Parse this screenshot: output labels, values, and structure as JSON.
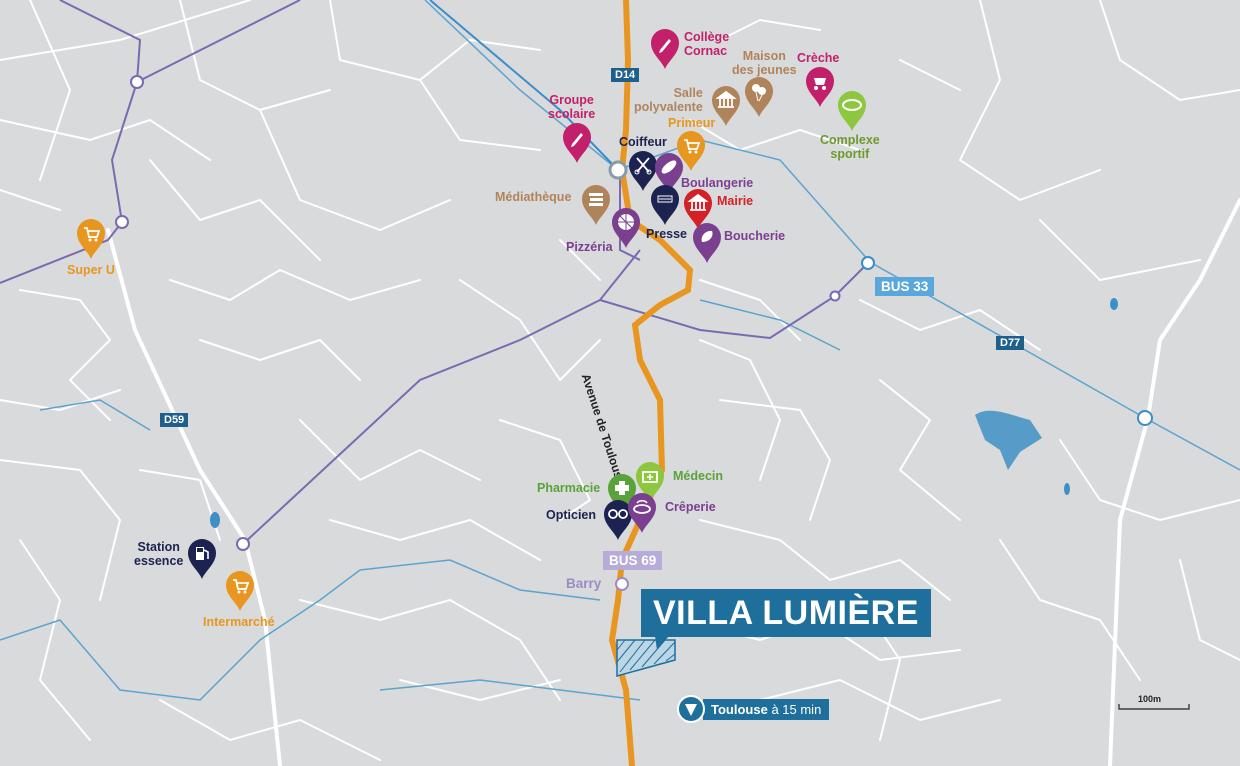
{
  "roads": {
    "d14": "D14",
    "d59": "D59",
    "d77": "D77",
    "avenue": "Avenue de Toulouse"
  },
  "buses": {
    "bus33": "BUS 33",
    "bus69": "BUS 69",
    "barry": "Barry"
  },
  "highlight": {
    "title": "VILLA LUMIÈRE"
  },
  "toulouse": {
    "city": "Toulouse",
    "time": "à 15 min"
  },
  "scale": {
    "label": "100m"
  },
  "places": [
    {
      "id": "college",
      "line1": "Collège",
      "line2": "Cornac",
      "category": "education",
      "color": "#c3206b",
      "icon": "pencil-icon"
    },
    {
      "id": "maison",
      "line1": "Maison",
      "line2": "des jeunes",
      "category": "culture",
      "color": "#b0845a",
      "icon": "balloons-icon"
    },
    {
      "id": "creche",
      "line1": "Crèche",
      "line2": "",
      "category": "education",
      "color": "#c3206b",
      "icon": "stroller-icon"
    },
    {
      "id": "groupe",
      "line1": "Groupe",
      "line2": "scolaire",
      "category": "education",
      "color": "#c3206b",
      "icon": "pencil-icon"
    },
    {
      "id": "salle",
      "line1": "Salle",
      "line2": "polyvalente",
      "category": "culture",
      "color": "#b0845a",
      "icon": "building-icon"
    },
    {
      "id": "complexe",
      "line1": "Complexe",
      "line2": "sportif",
      "category": "sport",
      "color": "#8dc63f",
      "icon": "stadium-icon"
    },
    {
      "id": "primeur",
      "line1": "Primeur",
      "line2": "",
      "category": "shop",
      "color": "#e8961f",
      "icon": "cart-icon"
    },
    {
      "id": "coiffeur",
      "line1": "Coiffeur",
      "line2": "",
      "category": "service",
      "color": "#1d2350",
      "icon": "scissors-icon"
    },
    {
      "id": "boulangerie",
      "line1": "Boulangerie",
      "line2": "",
      "category": "food",
      "color": "#7b3f8f",
      "icon": "bread-icon"
    },
    {
      "id": "mediatheque",
      "line1": "Médiathèque",
      "line2": "",
      "category": "culture",
      "color": "#b0845a",
      "icon": "books-icon"
    },
    {
      "id": "presse",
      "line1": "Presse",
      "line2": "",
      "category": "service",
      "color": "#1d2350",
      "icon": "newspaper-icon"
    },
    {
      "id": "mairie",
      "line1": "Mairie",
      "line2": "",
      "category": "public",
      "color": "#d42027",
      "icon": "townhall-icon"
    },
    {
      "id": "pizzeria",
      "line1": "Pizzéria",
      "line2": "",
      "category": "food",
      "color": "#7b3f8f",
      "icon": "pizza-icon"
    },
    {
      "id": "boucherie",
      "line1": "Boucherie",
      "line2": "",
      "category": "food",
      "color": "#7b3f8f",
      "icon": "meat-icon"
    },
    {
      "id": "superu",
      "line1": "Super U",
      "line2": "",
      "category": "shop",
      "color": "#e8961f",
      "icon": "cart-icon"
    },
    {
      "id": "pharmacie",
      "line1": "Pharmacie",
      "line2": "",
      "category": "health",
      "color": "#5aa23a",
      "icon": "cross-icon"
    },
    {
      "id": "medecin",
      "line1": "Médecin",
      "line2": "",
      "category": "health",
      "color": "#5aa23a",
      "icon": "medkit-icon"
    },
    {
      "id": "opticien",
      "line1": "Opticien",
      "line2": "",
      "category": "service",
      "color": "#1d2350",
      "icon": "glasses-icon"
    },
    {
      "id": "creperie",
      "line1": "Crêperie",
      "line2": "",
      "category": "food",
      "color": "#7b3f8f",
      "icon": "crepe-icon"
    },
    {
      "id": "station",
      "line1": "Station",
      "line2": "essence",
      "category": "service",
      "color": "#1d2350",
      "icon": "fuel-icon"
    },
    {
      "id": "intermarche",
      "line1": "Intermarché",
      "line2": "",
      "category": "shop",
      "color": "#e8961f",
      "icon": "cart-icon"
    }
  ]
}
